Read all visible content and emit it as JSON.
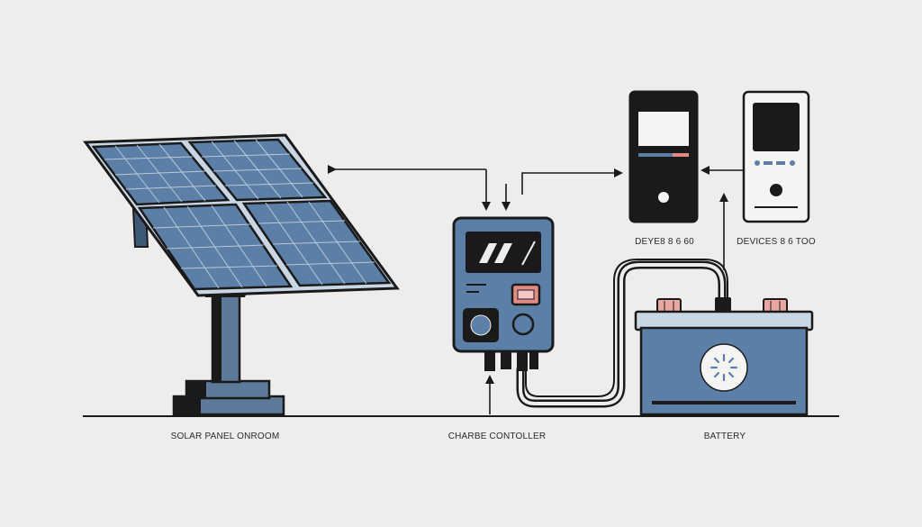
{
  "labels": {
    "solar_panel": "SOLAR PANEL ONROOM",
    "charge_controller": "CHARBE CONTOLLER",
    "battery": "BATTERY",
    "device_1": "DEYE8 8 6 60",
    "device_2": "DEVICES 8 6 TOO"
  },
  "colors": {
    "background": "#eeedeb",
    "outline": "#1a1a1a",
    "panel_blue": "#5b7fa6",
    "frame_blue": "#6d8cae",
    "pole_blue": "#5c7a99",
    "battery_terminal": "#e8a7a0",
    "controller_button": "#e48a86"
  }
}
